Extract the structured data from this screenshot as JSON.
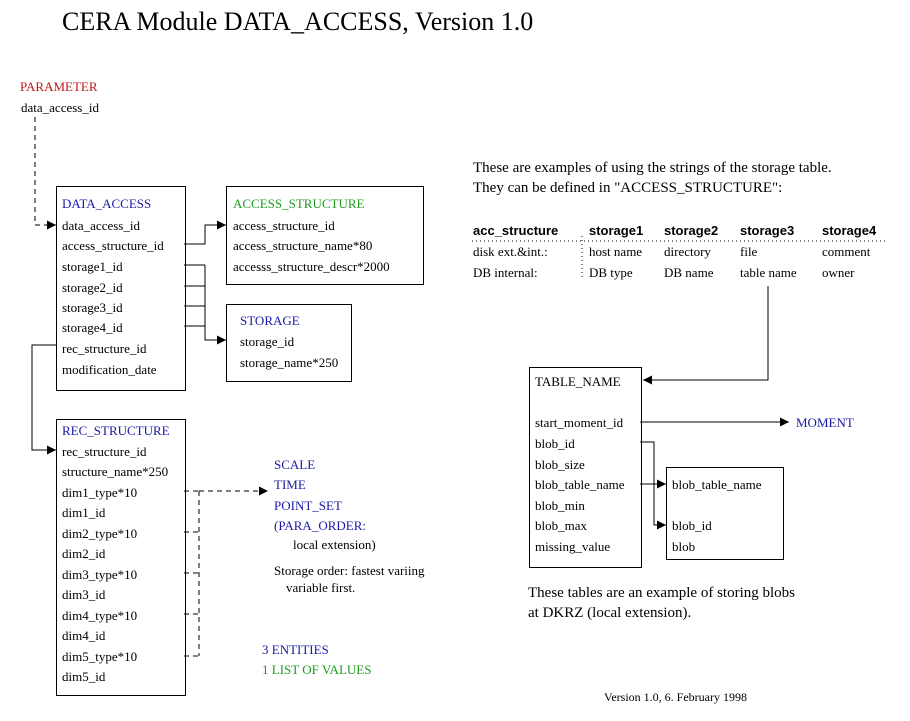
{
  "title": "CERA Module DATA_ACCESS, Version 1.0",
  "parameter": {
    "label": "PARAMETER",
    "field": "data_access_id"
  },
  "data_access": {
    "title": "DATA_ACCESS",
    "fields": [
      "data_access_id",
      "access_structure_id",
      "storage1_id",
      "storage2_id",
      "storage3_id",
      "storage4_id",
      "rec_structure_id",
      "modification_date"
    ]
  },
  "access_structure": {
    "title": "ACCESS_STRUCTURE",
    "fields": [
      "access_structure_id",
      "access_structure_name*80",
      "accesss_structure_descr*2000"
    ]
  },
  "storage": {
    "title": "STORAGE",
    "fields": [
      "storage_id",
      "storage_name*250"
    ]
  },
  "rec_structure": {
    "title": "REC_STRUCTURE",
    "fields": [
      "rec_structure_id",
      "structure_name*250",
      "dim1_type*10",
      "dim1_id",
      "dim2_type*10",
      "dim2_id",
      "dim3_type*10",
      "dim3_id",
      "dim4_type*10",
      "dim4_id",
      "dim5_type*10",
      "dim5_id"
    ]
  },
  "targets": {
    "items": [
      "SCALE",
      "TIME",
      "POINT_SET",
      "(PARA_ORDER:"
    ],
    "local_ext": "local extension)",
    "storage_order_1": "Storage order: fastest variing",
    "storage_order_2": "variable first."
  },
  "counts": {
    "entities": "3 ENTITIES",
    "lists": "1 LIST OF VALUES"
  },
  "examples": {
    "line1": "These are examples of using the strings of the storage table.",
    "line2": "They can be defined in \"ACCESS_STRUCTURE\":",
    "headers": [
      "acc_structure",
      "storage1",
      "storage2",
      "storage3",
      "storage4"
    ],
    "rows": [
      [
        "disk ext.&int.:",
        "host name",
        "directory",
        "file",
        "comment"
      ],
      [
        "DB internal:",
        "DB type",
        "DB name",
        "table name",
        "owner"
      ]
    ]
  },
  "table_name": {
    "title": "TABLE_NAME",
    "fields": [
      "start_moment_id",
      "blob_id",
      "blob_size",
      "blob_table_name",
      "blob_min",
      "blob_max",
      "missing_value"
    ]
  },
  "moment": "MOMENT",
  "blob_table": {
    "fields": [
      "blob_table_name",
      "blob_id",
      "blob"
    ]
  },
  "blob_note": {
    "line1": "These tables are an example of storing blobs",
    "line2": "at DKRZ  (local extension)."
  },
  "version": "Version 1.0,  6. February 1998"
}
